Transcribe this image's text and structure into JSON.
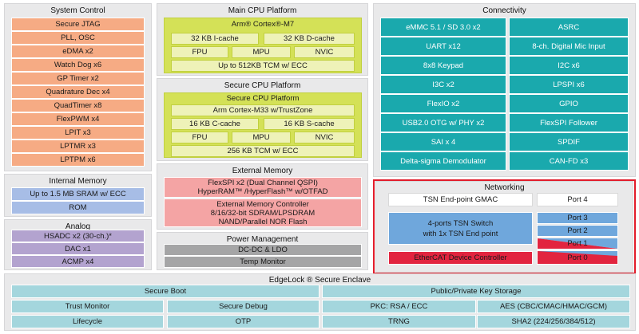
{
  "system_control": {
    "title": "System Control",
    "items": [
      "Secure JTAG",
      "PLL, OSC",
      "eDMA x2",
      "Watch Dog x6",
      "GP Timer x2",
      "Quadrature Dec x4",
      "QuadTimer x8",
      "FlexPWM x4",
      "LPIT x3",
      "LPTMR x3",
      "LPTPM x6"
    ]
  },
  "internal_memory": {
    "title": "Internal Memory",
    "items": [
      "Up to 1.5 MB SRAM w/ ECC",
      "ROM"
    ]
  },
  "analog": {
    "title": "Analog",
    "items": [
      "HSADC x2 (30-ch.)*",
      "DAC x1",
      "ACMP x4"
    ]
  },
  "main_cpu": {
    "title": "Main CPU Platform",
    "core": "Arm® Cortex®-M7",
    "icache": "32 KB I-cache",
    "dcache": "32 KB D-cache",
    "fpu": "FPU",
    "mpu": "MPU",
    "nvic": "NVIC",
    "tcm": "Up to 512KB TCM w/ ECC"
  },
  "secure_cpu": {
    "title": "Secure CPU Platform",
    "subtitle": "Secure CPU Platform",
    "core": "Arm Cortex-M33 w/TrustZone",
    "ccache": "16 KB C-cache",
    "scache": "16 KB S-cache",
    "fpu": "FPU",
    "mpu": "MPU",
    "nvic": "NVIC",
    "tcm": "256 KB TCM w/ ECC"
  },
  "external_memory": {
    "title": "External Memory",
    "flexspi_line1": "FlexSPI x2 (Dual Channel QSPI)",
    "flexspi_line2": "HyperRAM™ /HyperFlash™ w/OTFAD",
    "emc_line1": "External Memory Controller",
    "emc_line2": "8/16/32-bit SDRAM/LPSDRAM",
    "emc_line3": "NAND/Parallel NOR Flash"
  },
  "power_management": {
    "title": "Power Management",
    "items": [
      "DC-DC & LDO",
      "Temp Monitor"
    ]
  },
  "connectivity": {
    "title": "Connectivity",
    "left": [
      "eMMC 5.1 / SD 3.0 x2",
      "UART x12",
      "8x8 Keypad",
      "I3C x2",
      "FlexIO x2",
      "USB2.0 OTG w/ PHY x2",
      "SAI x 4",
      "Delta-sigma Demodulator"
    ],
    "right": [
      "ASRC",
      "8-ch. Digital Mic Input",
      "I2C x6",
      "LPSPI x6",
      "GPIO",
      "FlexSPI Follower",
      "SPDIF",
      "CAN-FD x3"
    ]
  },
  "networking": {
    "title": "Networking",
    "gmac": "TSN End-point GMAC",
    "port4": "Port 4",
    "switch_line1": "4-ports TSN Switch",
    "switch_line2": "with 1x TSN End point",
    "port3": "Port 3",
    "port2": "Port 2",
    "port1": "Port 1",
    "port0": "Port 0",
    "ethercat": "EtherCAT Device Controller"
  },
  "edgelock": {
    "title": "EdgeLock ® Secure Enclave",
    "secure_boot": "Secure Boot",
    "key_storage": "Public/Private Key Storage",
    "trust_monitor": "Trust Monitor",
    "secure_debug": "Secure Debug",
    "pkc": "PKC: RSA / ECC",
    "aes": "AES (CBC/CMAC/HMAC/GCM)",
    "lifecycle": "Lifecycle",
    "otp": "OTP",
    "trng": "TRNG",
    "sha2": "SHA2 (224/256/384/512)"
  },
  "colors": {
    "system_control": "#f6ab84",
    "memory": "#a7bde6",
    "analog": "#b3a3cf",
    "cpu": "#d4e157",
    "connectivity": "#1aa9ad",
    "external_memory": "#f4a4a4",
    "power": "#a5a5a6",
    "edgelock": "#a4d6dd",
    "tsn": "#6fa7dc",
    "ethercat": "#e2243f",
    "highlight": "#e21c2a"
  }
}
